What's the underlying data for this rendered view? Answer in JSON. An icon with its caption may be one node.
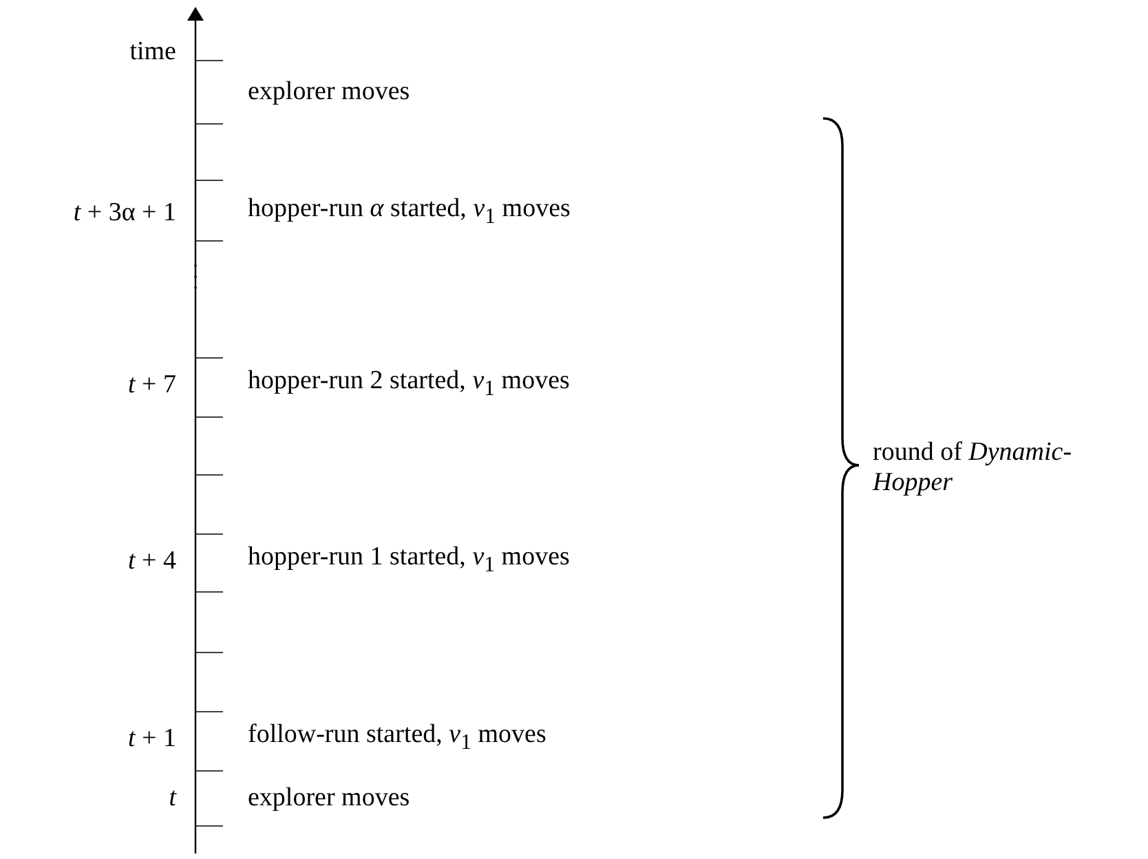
{
  "diagram": {
    "labels": [
      "time",
      "explorer moves",
      "*t* + 3α + 1",
      "hopper-run *α* started, *v*$_{1}$ moves",
      "*t* + 7",
      "hopper-run 2 started, *v*$_{1}$ moves",
      "*t* + 4",
      "hopper-run 1 started, *v*$_{1}$ moves",
      "*t* + 1",
      "follow-run started, *v*$_{1}$ moves",
      "*t*",
      "explorer moves",
      "round of *Dynamic-Hopper*"
    ]
  }
}
